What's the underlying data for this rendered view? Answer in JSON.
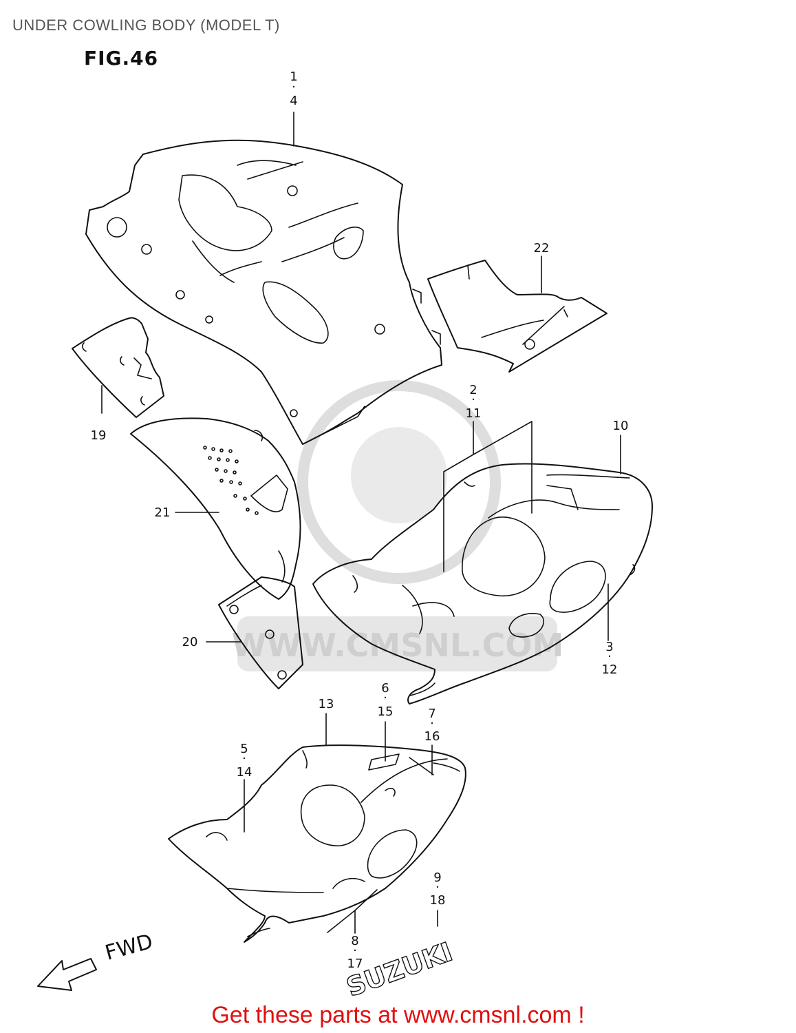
{
  "page": {
    "title": "UNDER COWLING BODY (MODEL T)",
    "figure": "FIG.46",
    "footer_link": "Get these parts at www.cmsnl.com !"
  },
  "watermark": {
    "text": "WWW.CMSNL.COM"
  },
  "orientation": {
    "label": "FWD"
  },
  "decals": {
    "brand": "SUZUKI"
  },
  "callouts": [
    {
      "id": "c1",
      "text": "1"
    },
    {
      "id": "c4",
      "text": "4"
    },
    {
      "id": "c22",
      "text": "22"
    },
    {
      "id": "c19",
      "text": "19"
    },
    {
      "id": "c2",
      "text": "2"
    },
    {
      "id": "c11",
      "text": "11"
    },
    {
      "id": "c10",
      "text": "10"
    },
    {
      "id": "c21",
      "text": "21"
    },
    {
      "id": "c20",
      "text": "20"
    },
    {
      "id": "c3",
      "text": "3"
    },
    {
      "id": "c12",
      "text": "12"
    },
    {
      "id": "c6",
      "text": "6"
    },
    {
      "id": "c15",
      "text": "15"
    },
    {
      "id": "c13",
      "text": "13"
    },
    {
      "id": "c7",
      "text": "7"
    },
    {
      "id": "c16",
      "text": "16"
    },
    {
      "id": "c5",
      "text": "5"
    },
    {
      "id": "c14",
      "text": "14"
    },
    {
      "id": "c9",
      "text": "9"
    },
    {
      "id": "c18",
      "text": "18"
    },
    {
      "id": "c8",
      "text": "8"
    },
    {
      "id": "c17",
      "text": "17"
    }
  ]
}
